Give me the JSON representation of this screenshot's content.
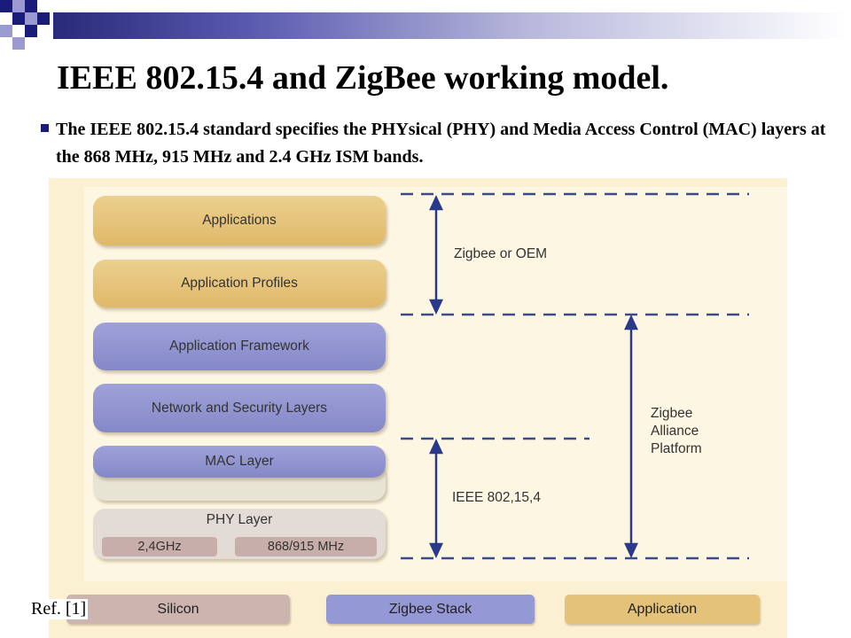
{
  "slide": {
    "title": "IEEE 802.15.4 and ZigBee working model.",
    "bullet": "The IEEE 802.15.4 standard specifies the PHYsical (PHY) and Media Access Control (MAC) layers at the 868 MHz, 915 MHz and 2.4 GHz ISM bands.",
    "reference": "Ref. [1]"
  },
  "diagram": {
    "layers": {
      "applications": "Applications",
      "application_profiles": "Application Profiles",
      "application_framework": "Application Framework",
      "network_security": "Network and Security Layers",
      "mac": "MAC Layer",
      "phy": "PHY Layer",
      "band_24": "2,4GHz",
      "band_868": "868/915 MHz"
    },
    "regions": {
      "zigbee_oem": "Zigbee or OEM",
      "alliance_line1": "Zigbee",
      "alliance_line2": "Alliance",
      "alliance_line3": "Platform",
      "ieee": "IEEE 802,15,4"
    },
    "legend": {
      "silicon": "Silicon",
      "stack": "Zigbee Stack",
      "application": "Application"
    },
    "colors": {
      "application_tan": "#e5c27a",
      "stack_blue": "#9498d4",
      "silicon_grey": "#cbb5ae",
      "diagram_background": "#fcf0d3",
      "arrow_blue": "#2a3a8a"
    }
  }
}
